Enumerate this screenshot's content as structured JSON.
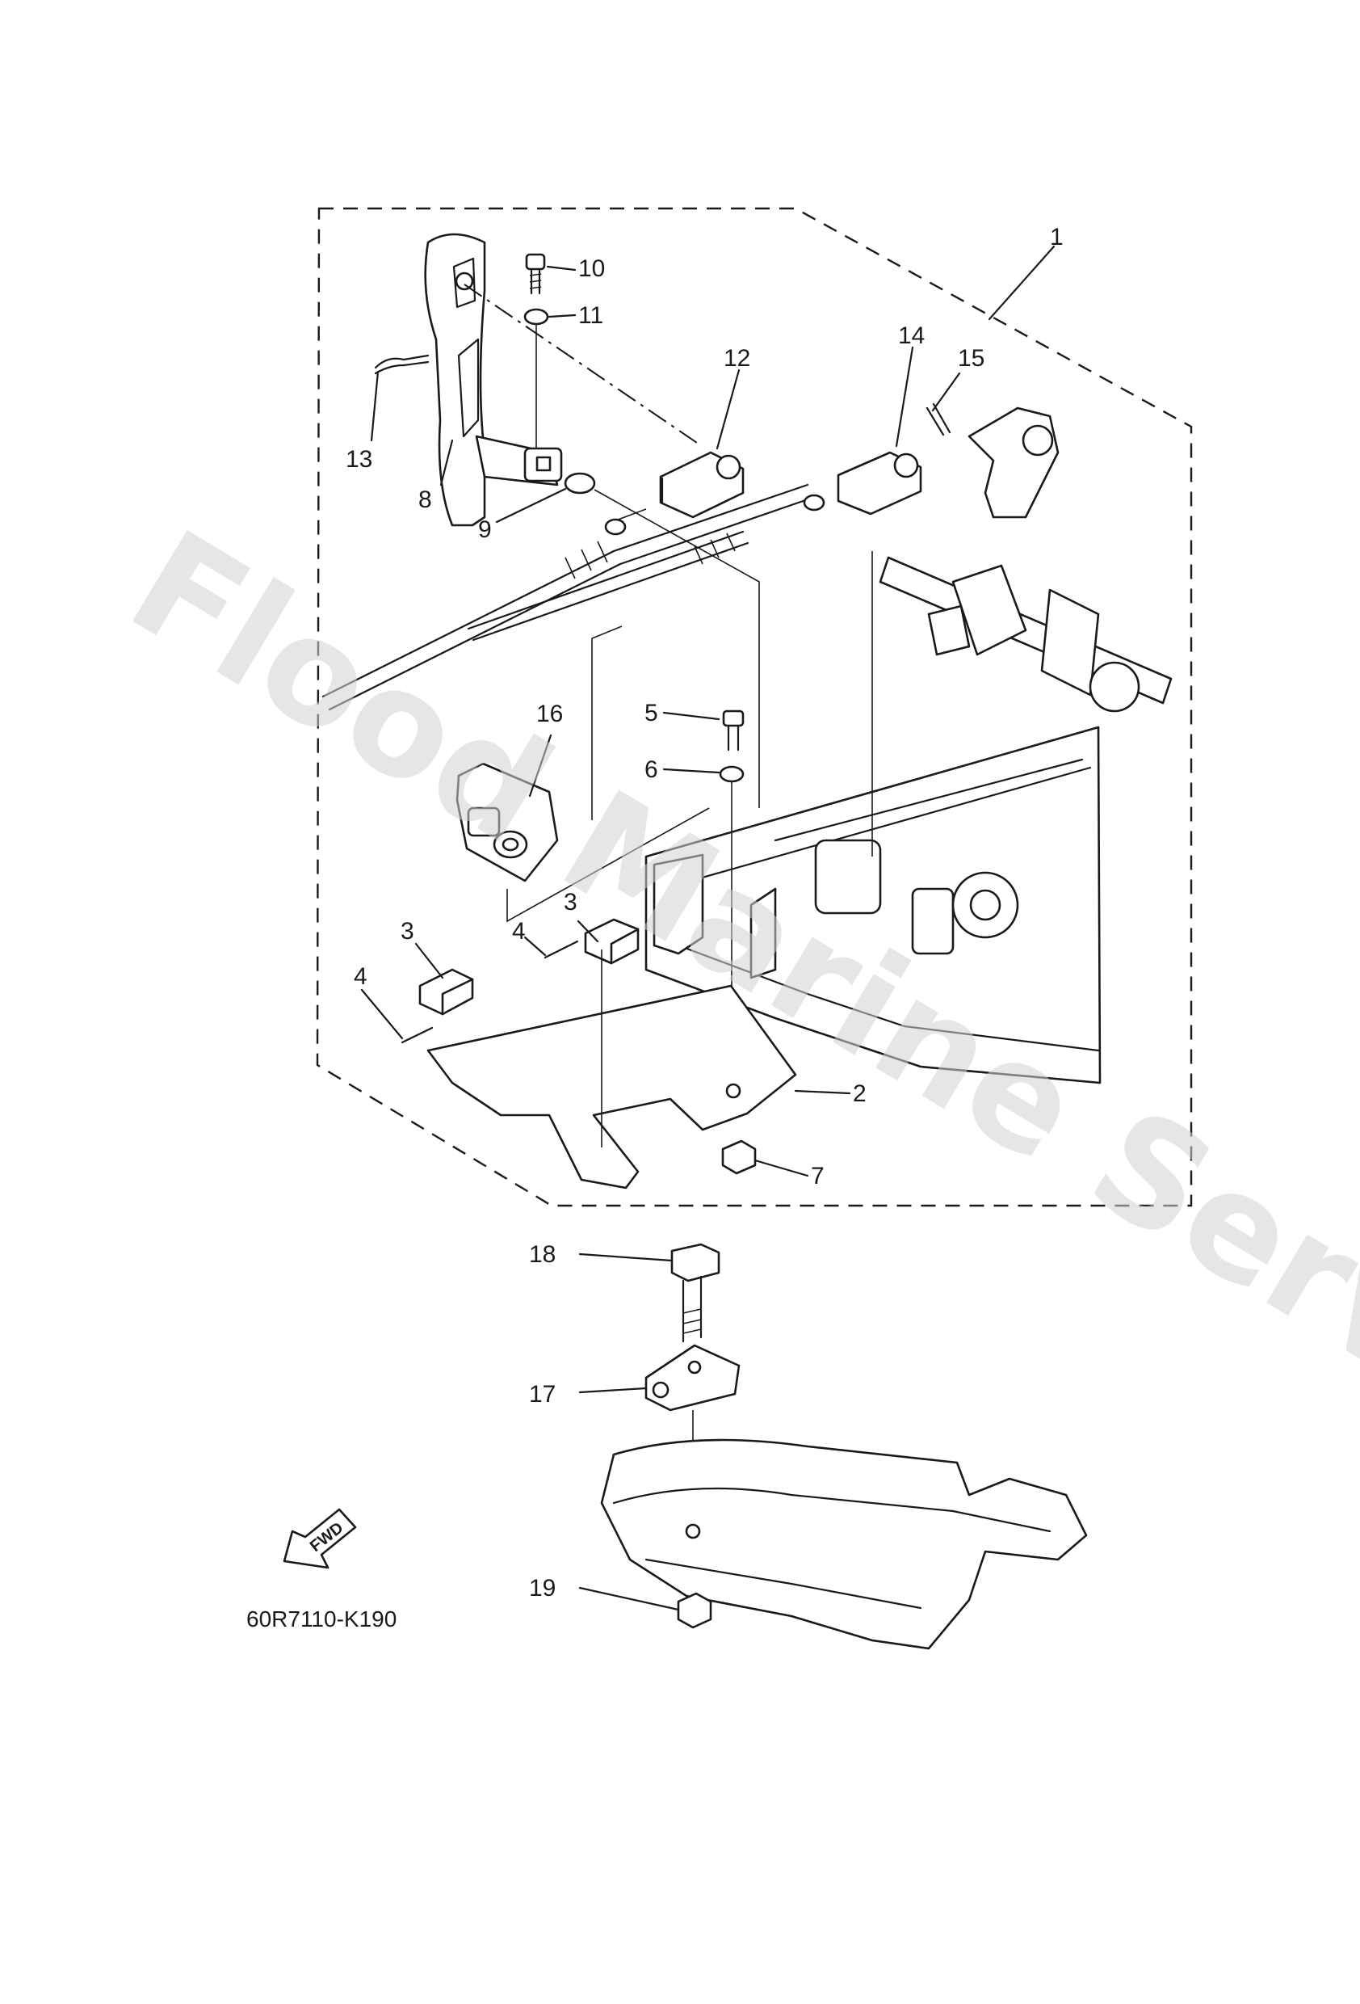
{
  "watermark": "Flood Marine Services",
  "diagram_code": "60R7110-K190",
  "fwd_label": "FWD",
  "callouts": [
    "1",
    "2",
    "3",
    "3",
    "4",
    "4",
    "5",
    "6",
    "7",
    "8",
    "9",
    "10",
    "11",
    "12",
    "13",
    "14",
    "15",
    "16",
    "17",
    "18",
    "19"
  ],
  "colors": {
    "line": "#1a1a1a",
    "watermark": "#d2d2d2",
    "background": "#ffffff"
  }
}
